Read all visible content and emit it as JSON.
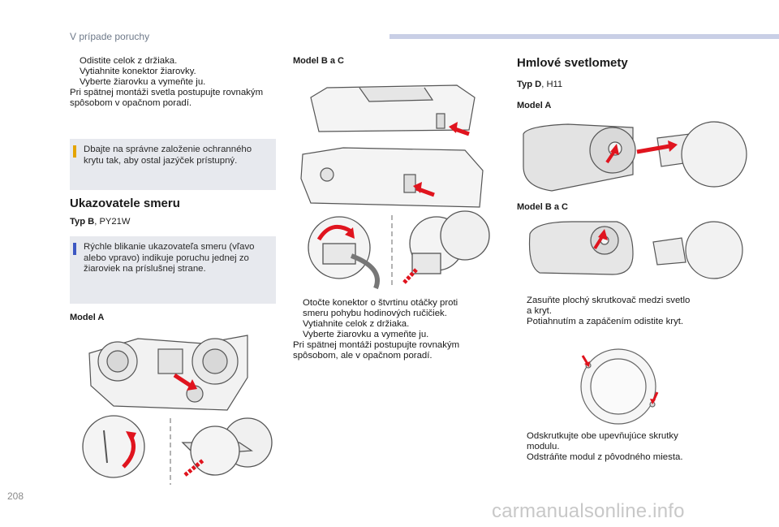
{
  "header": {
    "title": "V prípade poruchy"
  },
  "col1": {
    "steps": [
      "Odistite celok z držiaka.",
      "Vytiahnite konektor žiarovky.",
      "Vyberte žiarovku a vymeňte ju."
    ],
    "para1": "Pri spätnej montáži svetla postupujte rovnakým",
    "para2": "spôsobom v opačnom poradí.",
    "note1_l1": "Dbajte na správne založenie ochranného",
    "note1_l2": "krytu tak, aby ostal jazýček prístupný.",
    "heading": "Ukazovatele smeru",
    "type_bold": "Typ B",
    "type_rest": ", PY21W",
    "note2_l1": "Rýchle blikanie ukazovateľa smeru (vľavo",
    "note2_l2": "alebo vpravo) indikuje poruchu jednej zo",
    "note2_l3": "žiaroviek na príslušnej strane.",
    "model_a": "Model A"
  },
  "col2": {
    "model_bc": "Model B a C",
    "step1_l1": "Otočte konektor o štvrtinu otáčky proti",
    "step1_l2": "smeru pohybu hodinových ručičiek.",
    "step2": "Vytiahnite celok z držiaka.",
    "step3": "Vyberte žiarovku a vymeňte ju.",
    "para1": "Pri spätnej montáži postupujte rovnakým",
    "para2": "spôsobom, ale v opačnom poradí."
  },
  "col3": {
    "heading": "Hmlové svetlomety",
    "type_bold": "Typ D",
    "type_rest": ", H11",
    "model_a": "Model A",
    "model_bc": "Model B a C",
    "step1_l1": "Zasuňte plochý skrutkovač medzi svetlo",
    "step1_l2": "a kryt.",
    "step2": "Potiahnutím a zapáčením odistite kryt.",
    "step3_l1": "Odskrutkujte obe upevňujúce skrutky",
    "step3_l2": "modulu.",
    "step4": "Odstráňte modul z pôvodného miesta."
  },
  "bullet_mark": "",
  "footer": {
    "page_number": "208",
    "watermark": "carmanualsonline.info"
  },
  "colors": {
    "accent_bar": "#c9cfe6",
    "note_bg": "#e7e9ee",
    "arrow_red": "#e0141e",
    "note_mark_yellow": "#e4a400",
    "note_mark_blue": "#3c57c2"
  }
}
